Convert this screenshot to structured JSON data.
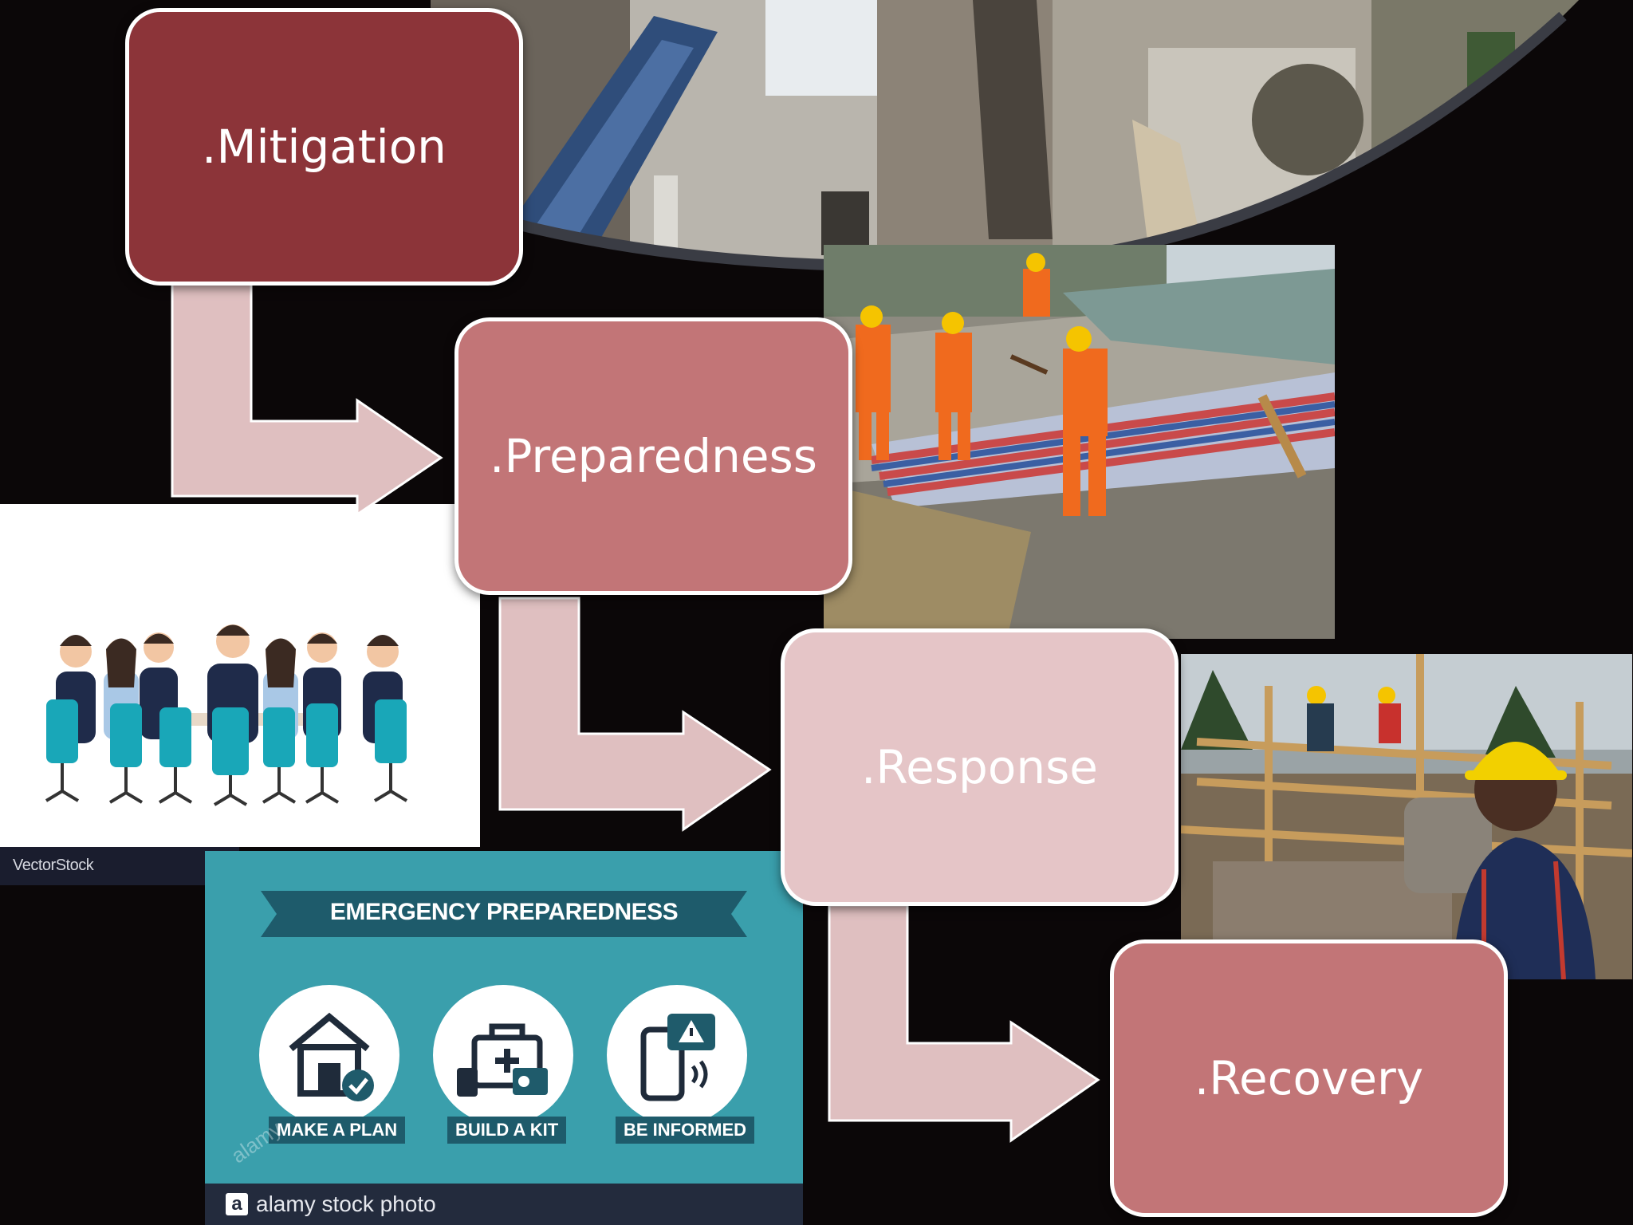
{
  "stages": [
    {
      "label": ".Mitigation",
      "color": "#8c3439"
    },
    {
      "label": ".Preparedness",
      "color": "#c27577"
    },
    {
      "label": ".Response",
      "color": "#e5c5c7"
    },
    {
      "label": ".Recovery",
      "color": "#c27577"
    }
  ],
  "arrow_color": "#dfbfc0",
  "vectorstock": {
    "watermark": "VectorStock"
  },
  "poster": {
    "title": "EMERGENCY PREPAREDNESS",
    "items": [
      {
        "caption": "MAKE A PLAN",
        "icon": "house-check-icon"
      },
      {
        "caption": "BUILD A KIT",
        "icon": "first-aid-kit-icon"
      },
      {
        "caption": "BE INFORMED",
        "icon": "phone-alert-icon"
      }
    ],
    "footer_logo": "a",
    "footer_text": "alamy stock photo",
    "watermark": "alamy",
    "colors": {
      "bg": "#3a9fac",
      "banner": "#1e5b6b",
      "footer": "#232b3d"
    }
  }
}
